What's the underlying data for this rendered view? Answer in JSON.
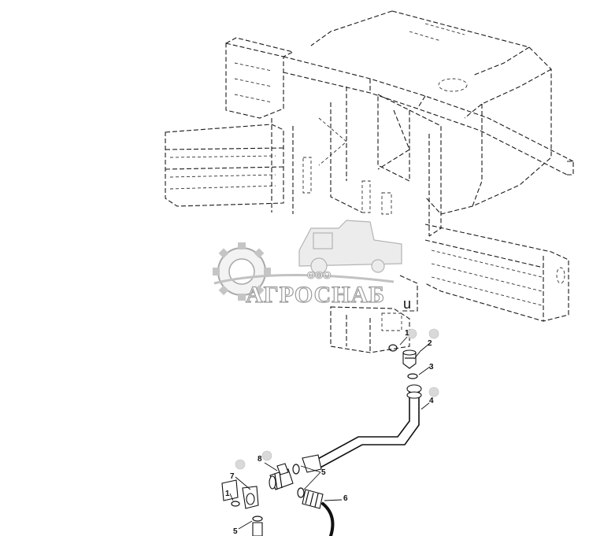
{
  "watermark": {
    "brand": "АГРОСНАБ",
    "prefix": "ООО"
  },
  "stray_char": "u",
  "callouts": [
    {
      "id": "c1a",
      "label": "1"
    },
    {
      "id": "c2",
      "label": "2"
    },
    {
      "id": "c3",
      "label": "3"
    },
    {
      "id": "c4",
      "label": "4"
    },
    {
      "id": "c5a",
      "label": "5"
    },
    {
      "id": "c6",
      "label": "6"
    },
    {
      "id": "c7",
      "label": "7"
    },
    {
      "id": "c8",
      "label": "8"
    },
    {
      "id": "c1b",
      "label": "1"
    },
    {
      "id": "c5b",
      "label": "5"
    }
  ]
}
